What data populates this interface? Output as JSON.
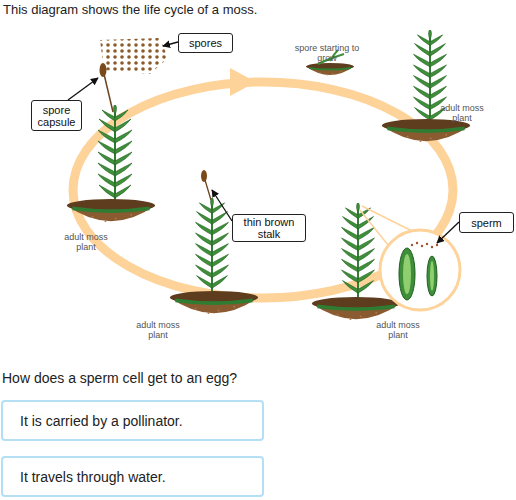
{
  "diagram": {
    "title": "This diagram shows the life cycle of a moss.",
    "nodes": [
      {
        "text": [
          "spores"
        ]
      },
      {
        "text": [
          "spore capsule"
        ]
      },
      {
        "text": [
          "thin brown stalk"
        ]
      },
      {
        "text": [
          "sperm"
        ]
      },
      {
        "text": [
          "It is carried by a pollinator."
        ]
      },
      {
        "text": [
          "It travels through water."
        ]
      }
    ],
    "labels": [
      "spore starting to grow",
      "adult moss plant",
      "adult moss plant",
      "adult moss plant",
      "adult moss plant",
      "How does a sperm cell get to an egg?"
    ]
  }
}
